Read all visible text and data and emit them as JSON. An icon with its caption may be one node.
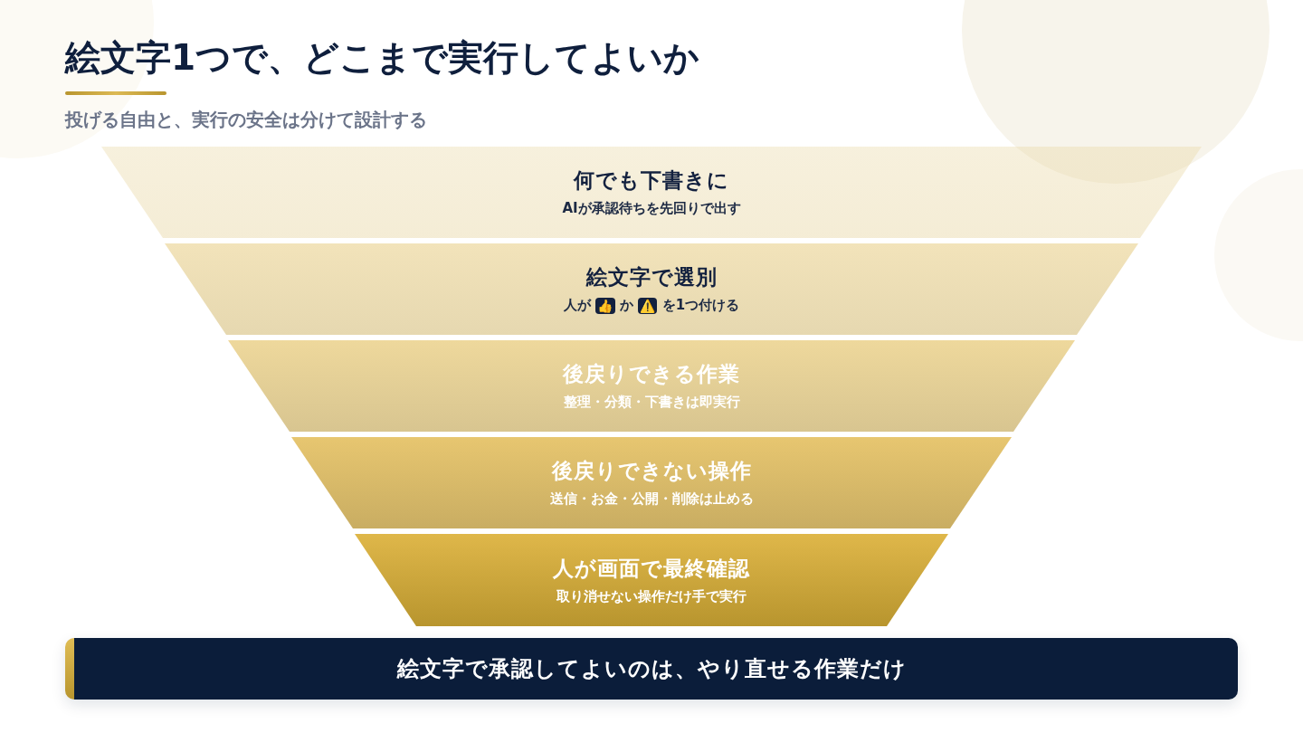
{
  "diagram": {
    "title": "絵文字1つで、どこまで実行してよいか",
    "nodes": [
      {
        "text": [
          "何でも下書きに",
          "AIが承認待ちを先回りで出す"
        ]
      },
      {
        "text": [
          "絵文字で選別",
          "人が 👍 か ⚠️ を1つ付ける"
        ]
      },
      {
        "text": [
          "後戻りできる作業",
          "整理・分類・下書きは即実行"
        ]
      },
      {
        "text": [
          "後戻りできない操作",
          "送信・お金・公開・削除は止める"
        ]
      },
      {
        "text": [
          "人が画面で最終確認",
          "取り消せない操作だけ手で実行"
        ]
      },
      {
        "text": [
          "絵文字で承認してよいのは、やり直せる作業だけ"
        ]
      }
    ],
    "labels": [
      "投げる自由と、実行の安全は分けて設計する"
    ]
  }
}
